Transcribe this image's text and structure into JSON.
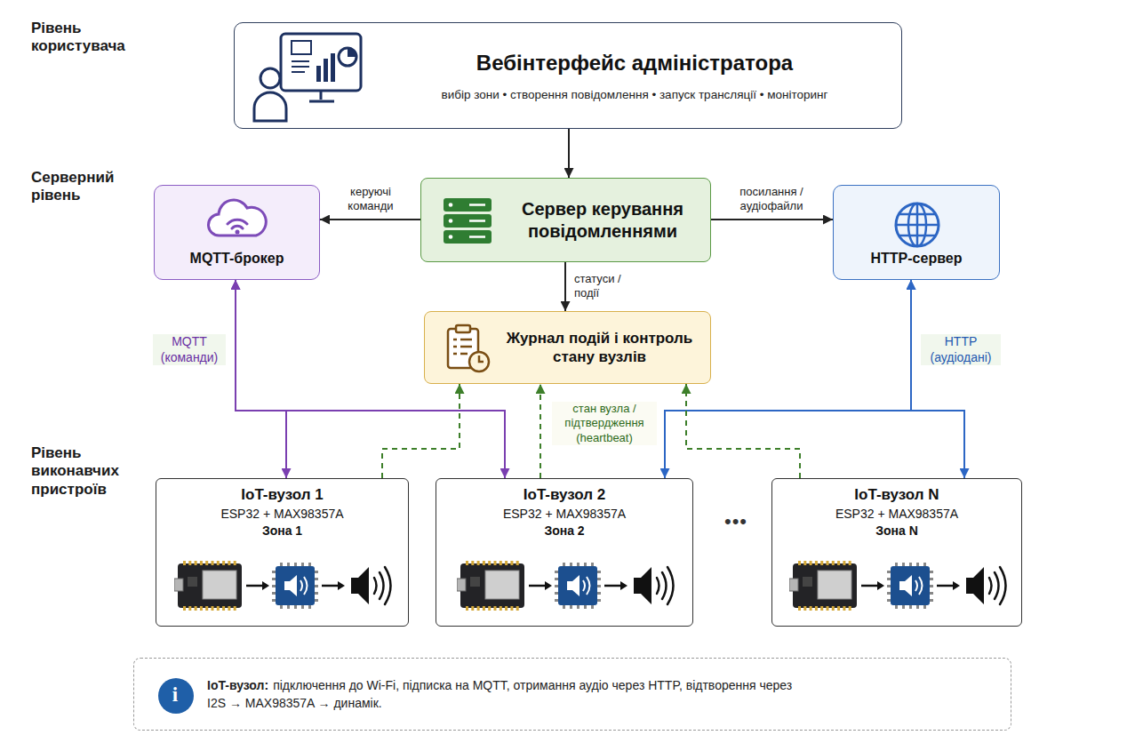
{
  "diagram": {
    "nodes": [
      {
        "text": [
          "Рівень користувача"
        ]
      },
      {
        "text": [
          "Вебінтерфейс адміністратора",
          "вибір зони • створення повідомлення • запуск трансляції • моніторинг"
        ],
        "in": 0
      },
      {
        "text": [
          "Серверний рівень"
        ]
      },
      {
        "text": [
          "MQTT-брокер"
        ],
        "in": 2
      },
      {
        "text": [
          "Сервер керування повідомленнями"
        ],
        "in": 2
      },
      {
        "text": [
          "HTTP-сервер"
        ],
        "in": 2
      },
      {
        "text": [
          "Журнал подій і контроль стану вузлів"
        ],
        "in": 2
      },
      {
        "text": [
          "Рівень виконавчих пристроїв"
        ]
      },
      {
        "text": [
          "IoT-вузол 1",
          "ESP32 + MAX98357A",
          "Зона 1"
        ],
        "in": 7
      },
      {
        "text": [
          "IoT-вузол 2",
          "ESP32 + MAX98357A",
          "Зона 2"
        ],
        "in": 7
      },
      {
        "text": [
          "IoT-вузол N",
          "ESP32 + MAX98357A",
          "Зона N"
        ],
        "in": 7
      },
      {
        "text": [
          "IoT-вузол:",
          "підключення до Wi-Fi, підписка на MQTT, отримання аудіо через HTTP, відтворення через I2S → MAX98357A → динамік."
        ]
      }
    ],
    "edges": [
      {
        "from": 1,
        "to": 4,
        "arrow": "to"
      },
      {
        "from": 4,
        "to": 3,
        "label": "керуючі команди",
        "arrow": "to"
      },
      {
        "from": 4,
        "to": 5,
        "label": "посилання / аудіофайли",
        "arrow": "to"
      },
      {
        "from": 4,
        "to": 6,
        "label": "статуси / події",
        "arrow": "to"
      },
      {
        "from": 3,
        "to": 8,
        "label": "MQTT (команди)",
        "arrow": "both"
      },
      {
        "from": 3,
        "to": 9,
        "arrow": "both"
      },
      {
        "from": 5,
        "to": 9,
        "label": "HTTP (аудіодані)",
        "arrow": "both"
      },
      {
        "from": 5,
        "to": 10,
        "arrow": "both"
      },
      {
        "from": 8,
        "to": 6,
        "arrow": "to"
      },
      {
        "from": 9,
        "to": 6,
        "label": "стан вузла / підтвердження (heartbeat)",
        "arrow": "to"
      },
      {
        "from": 10,
        "to": 6,
        "arrow": "to"
      }
    ],
    "labels": [
      "•••",
      "i"
    ]
  }
}
